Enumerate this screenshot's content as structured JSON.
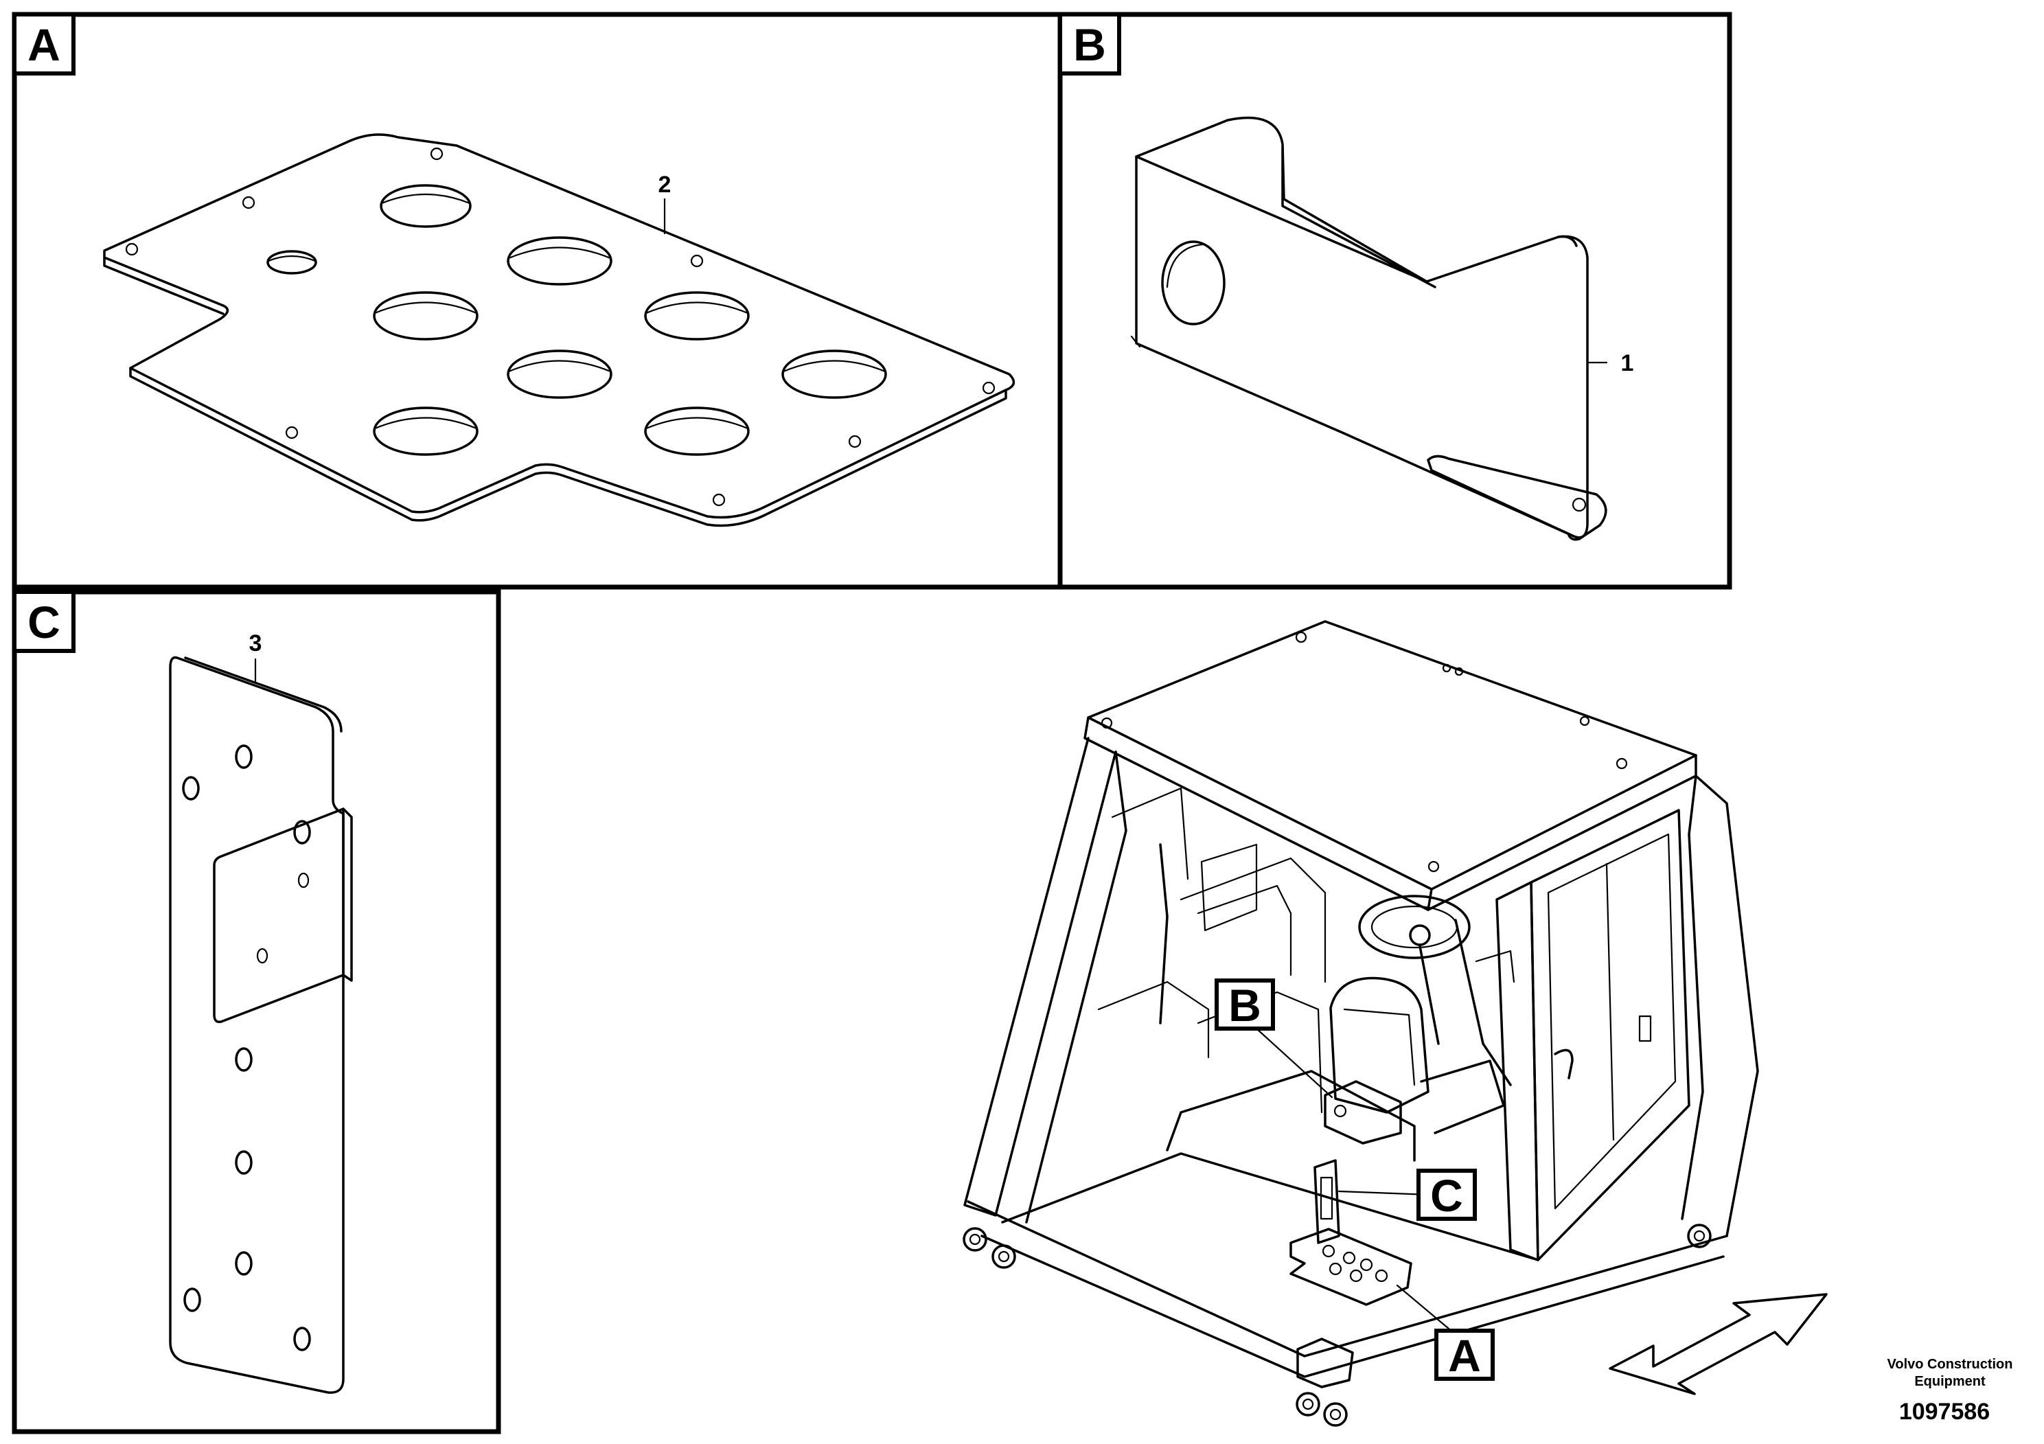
{
  "panels": [
    {
      "id": "A",
      "label": "A",
      "part_number": "2"
    },
    {
      "id": "B",
      "label": "B",
      "part_number": "1"
    },
    {
      "id": "C",
      "label": "C",
      "part_number": "3"
    }
  ],
  "overview": {
    "callouts": [
      {
        "label": "A"
      },
      {
        "label": "B"
      },
      {
        "label": "C"
      }
    ]
  },
  "footer": {
    "brand_line1": "Volvo Construction",
    "brand_line2": "Equipment",
    "drawing_number": "1097586"
  }
}
